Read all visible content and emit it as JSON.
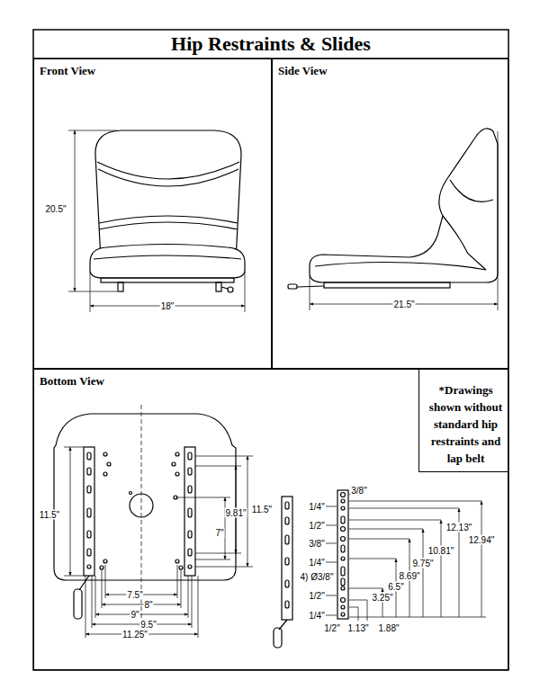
{
  "diagram": {
    "title": "Hip Restraints & Slides",
    "nodes": [
      {
        "text": [
          "Front View"
        ]
      },
      {
        "text": [
          "Side View"
        ]
      },
      {
        "text": [
          "Bottom View"
        ]
      },
      {
        "text": [
          "*Drawings shown without standard hip restraints and lap belt"
        ],
        "in": 2
      }
    ],
    "labels": [
      "20.5\"",
      "18\"",
      "21.5\"",
      "11.5\"",
      "11.5\"",
      "9.81\"",
      "7\"",
      "7.5\"",
      "8\"",
      "9\"",
      "9.5\"",
      "11.25\"",
      "3/8\"",
      "1/4\"",
      "1/2\"",
      "3/8\"",
      "1/4\"",
      "4) Ø3/8\"",
      "1/2\"",
      "1/4\"",
      "1/2\"",
      "12.13\"",
      "12.94\"",
      "10.81\"",
      "8.69\"",
      "9.75\"",
      "6.5\"",
      "3.25\"",
      "1.13\"",
      "1.88\""
    ]
  }
}
